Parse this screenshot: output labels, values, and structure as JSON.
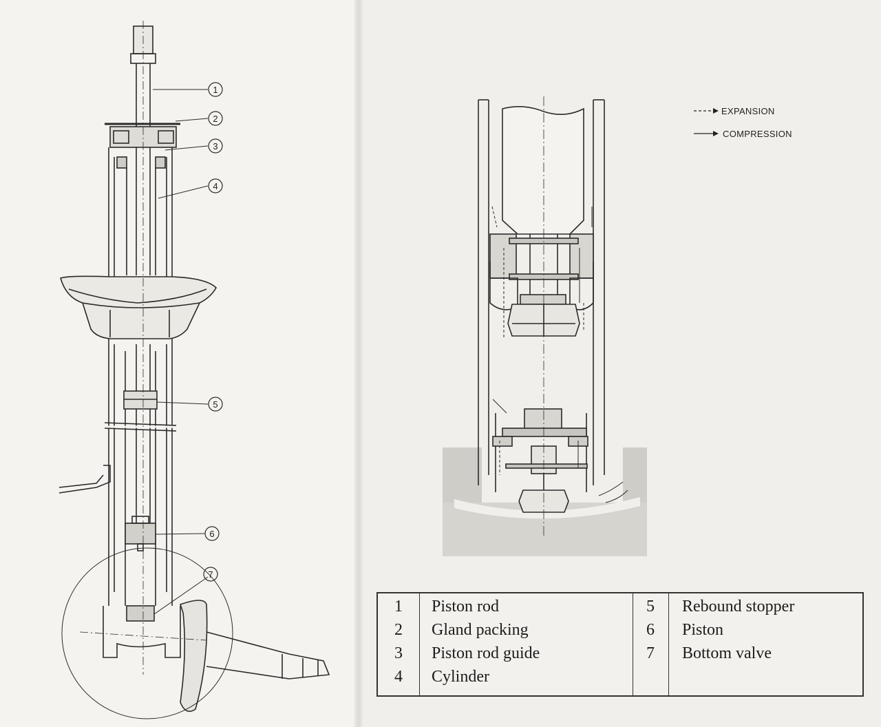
{
  "cross_section": {
    "callouts": [
      "1",
      "2",
      "3",
      "4",
      "5",
      "6",
      "7"
    ]
  },
  "flow_legend": {
    "expansion_label": "EXPANSION",
    "compression_label": "COMPRESSION"
  },
  "parts_table": {
    "rows": [
      {
        "num": "1",
        "name": "Piston rod"
      },
      {
        "num": "2",
        "name": "Gland packing"
      },
      {
        "num": "3",
        "name": "Piston rod guide"
      },
      {
        "num": "4",
        "name": "Cylinder"
      },
      {
        "num": "5",
        "name": "Rebound stopper"
      },
      {
        "num": "6",
        "name": "Piston"
      },
      {
        "num": "7",
        "name": "Bottom valve"
      }
    ]
  }
}
